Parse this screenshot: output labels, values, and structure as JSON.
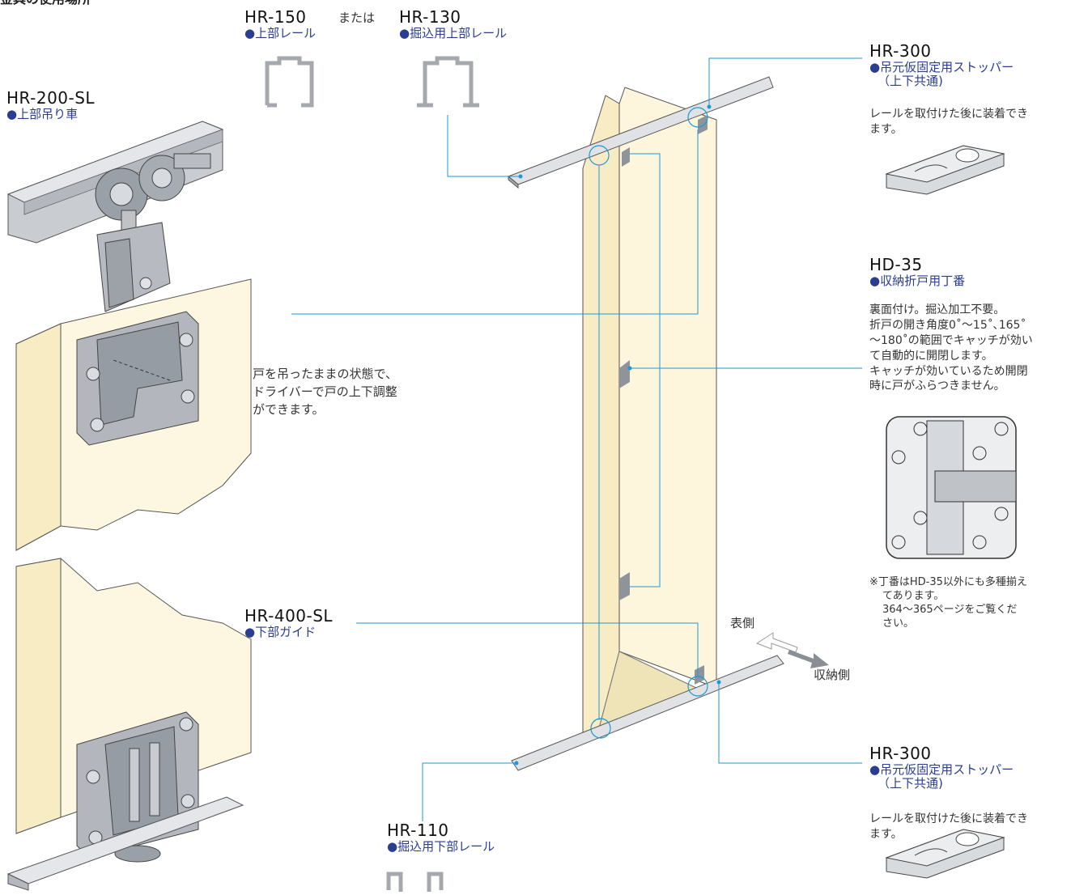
{
  "heading": "金具の使用場所",
  "labels": {
    "hr200": {
      "code": "HR-200-SL",
      "name": "●上部吊り車"
    },
    "hr150": {
      "code": "HR-150",
      "name": "●上部レール"
    },
    "or_text": "または",
    "hr130": {
      "code": "HR-130",
      "name": "●掘込用上部レール"
    },
    "hr300_top": {
      "code": "HR-300",
      "name": "●吊元仮固定用ストッパー",
      "name2": "（上下共通)",
      "desc1": "レールを取付けた後に装着でき",
      "desc2": "ます。"
    },
    "hd35": {
      "code": "HD-35",
      "name": "●収納折戸用丁番",
      "desc": [
        "裏面付け。掘込加工不要。",
        "折戸の開き角度0˚～15˚､165˚",
        "～180˚の範囲でキャッチが効い",
        "て自動的に開閉します。",
        "キャッチが効いているため開閉",
        "時に戸がふらつきません。"
      ]
    },
    "hinge_note": [
      "※丁番はHD-35以外にも多種揃え",
      "てあります。",
      "364～365ページをご覧くだ",
      "さい。"
    ],
    "adjust_note": [
      "戸を吊ったままの状態で、",
      "ドライバーで戸の上下調整",
      "ができます。"
    ],
    "hr400": {
      "code": "HR-400-SL",
      "name": "●下部ガイド"
    },
    "front_side": "表側",
    "storage_side": "収納側",
    "hr300_bottom": {
      "code": "HR-300",
      "name": "●吊元仮固定用ストッパー",
      "name2": "（上下共通)",
      "desc1": "レールを取付けた後に装着でき",
      "desc2": "ます。"
    },
    "hr110": {
      "code": "HR-110",
      "name": "●掘込用下部レール"
    }
  },
  "colors": {
    "accent_blue": "#1a9ad6",
    "label_navy": "#2a3d8f",
    "door_cream": "#fdf6dc",
    "metal_gray": "#a9adb3"
  }
}
